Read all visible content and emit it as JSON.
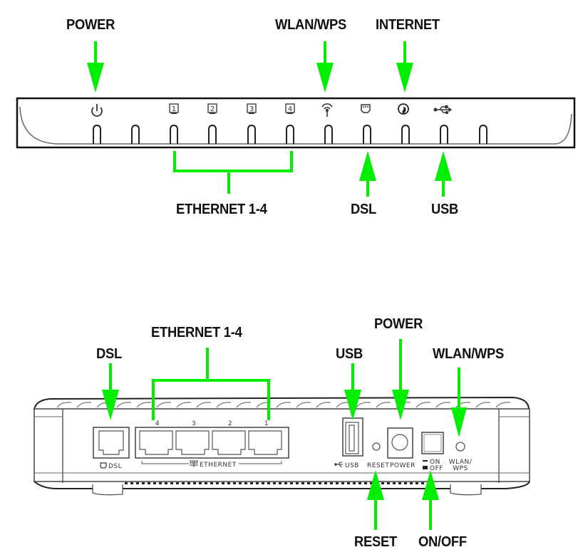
{
  "colors": {
    "accent": "#00ee00",
    "outline": "#111111",
    "device_line": "#555555"
  },
  "front_panel": {
    "title": "Front panel LEDs",
    "top_labels": {
      "power": "POWER",
      "wlan_wps": "WLAN/WPS",
      "internet": "INTERNET"
    },
    "bottom_labels": {
      "ethernet": "ETHERNET 1-4",
      "dsl": "DSL",
      "usb": "USB"
    },
    "led_icons": [
      {
        "name": "power-icon",
        "glyph": "⏻"
      },
      {
        "name": "ethernet-1-icon",
        "glyph": "1"
      },
      {
        "name": "ethernet-2-icon",
        "glyph": "2"
      },
      {
        "name": "ethernet-3-icon",
        "glyph": "3"
      },
      {
        "name": "ethernet-4-icon",
        "glyph": "4"
      },
      {
        "name": "wifi-icon",
        "glyph": "wifi"
      },
      {
        "name": "dsl-port-icon",
        "glyph": "dsl"
      },
      {
        "name": "globe-icon",
        "glyph": "globe"
      },
      {
        "name": "usb-icon",
        "glyph": "usb"
      }
    ]
  },
  "back_panel": {
    "title": "Back panel ports",
    "top_labels": {
      "dsl": "DSL",
      "ethernet": "ETHERNET 1-4",
      "usb": "USB",
      "power": "POWER",
      "wlan_wps": "WLAN/WPS"
    },
    "bottom_labels": {
      "reset": "RESET",
      "on_off": "ON/OFF"
    },
    "printed": {
      "dsl": "DSL",
      "ethernet": "ETHERNET",
      "port_numbers": [
        "4",
        "3",
        "2",
        "1"
      ],
      "usb": "USB",
      "reset": "RESET",
      "power": "POWER",
      "on": "ON",
      "off": "OFF",
      "wlan_line1": "WLAN/",
      "wlan_line2": "WPS"
    }
  }
}
